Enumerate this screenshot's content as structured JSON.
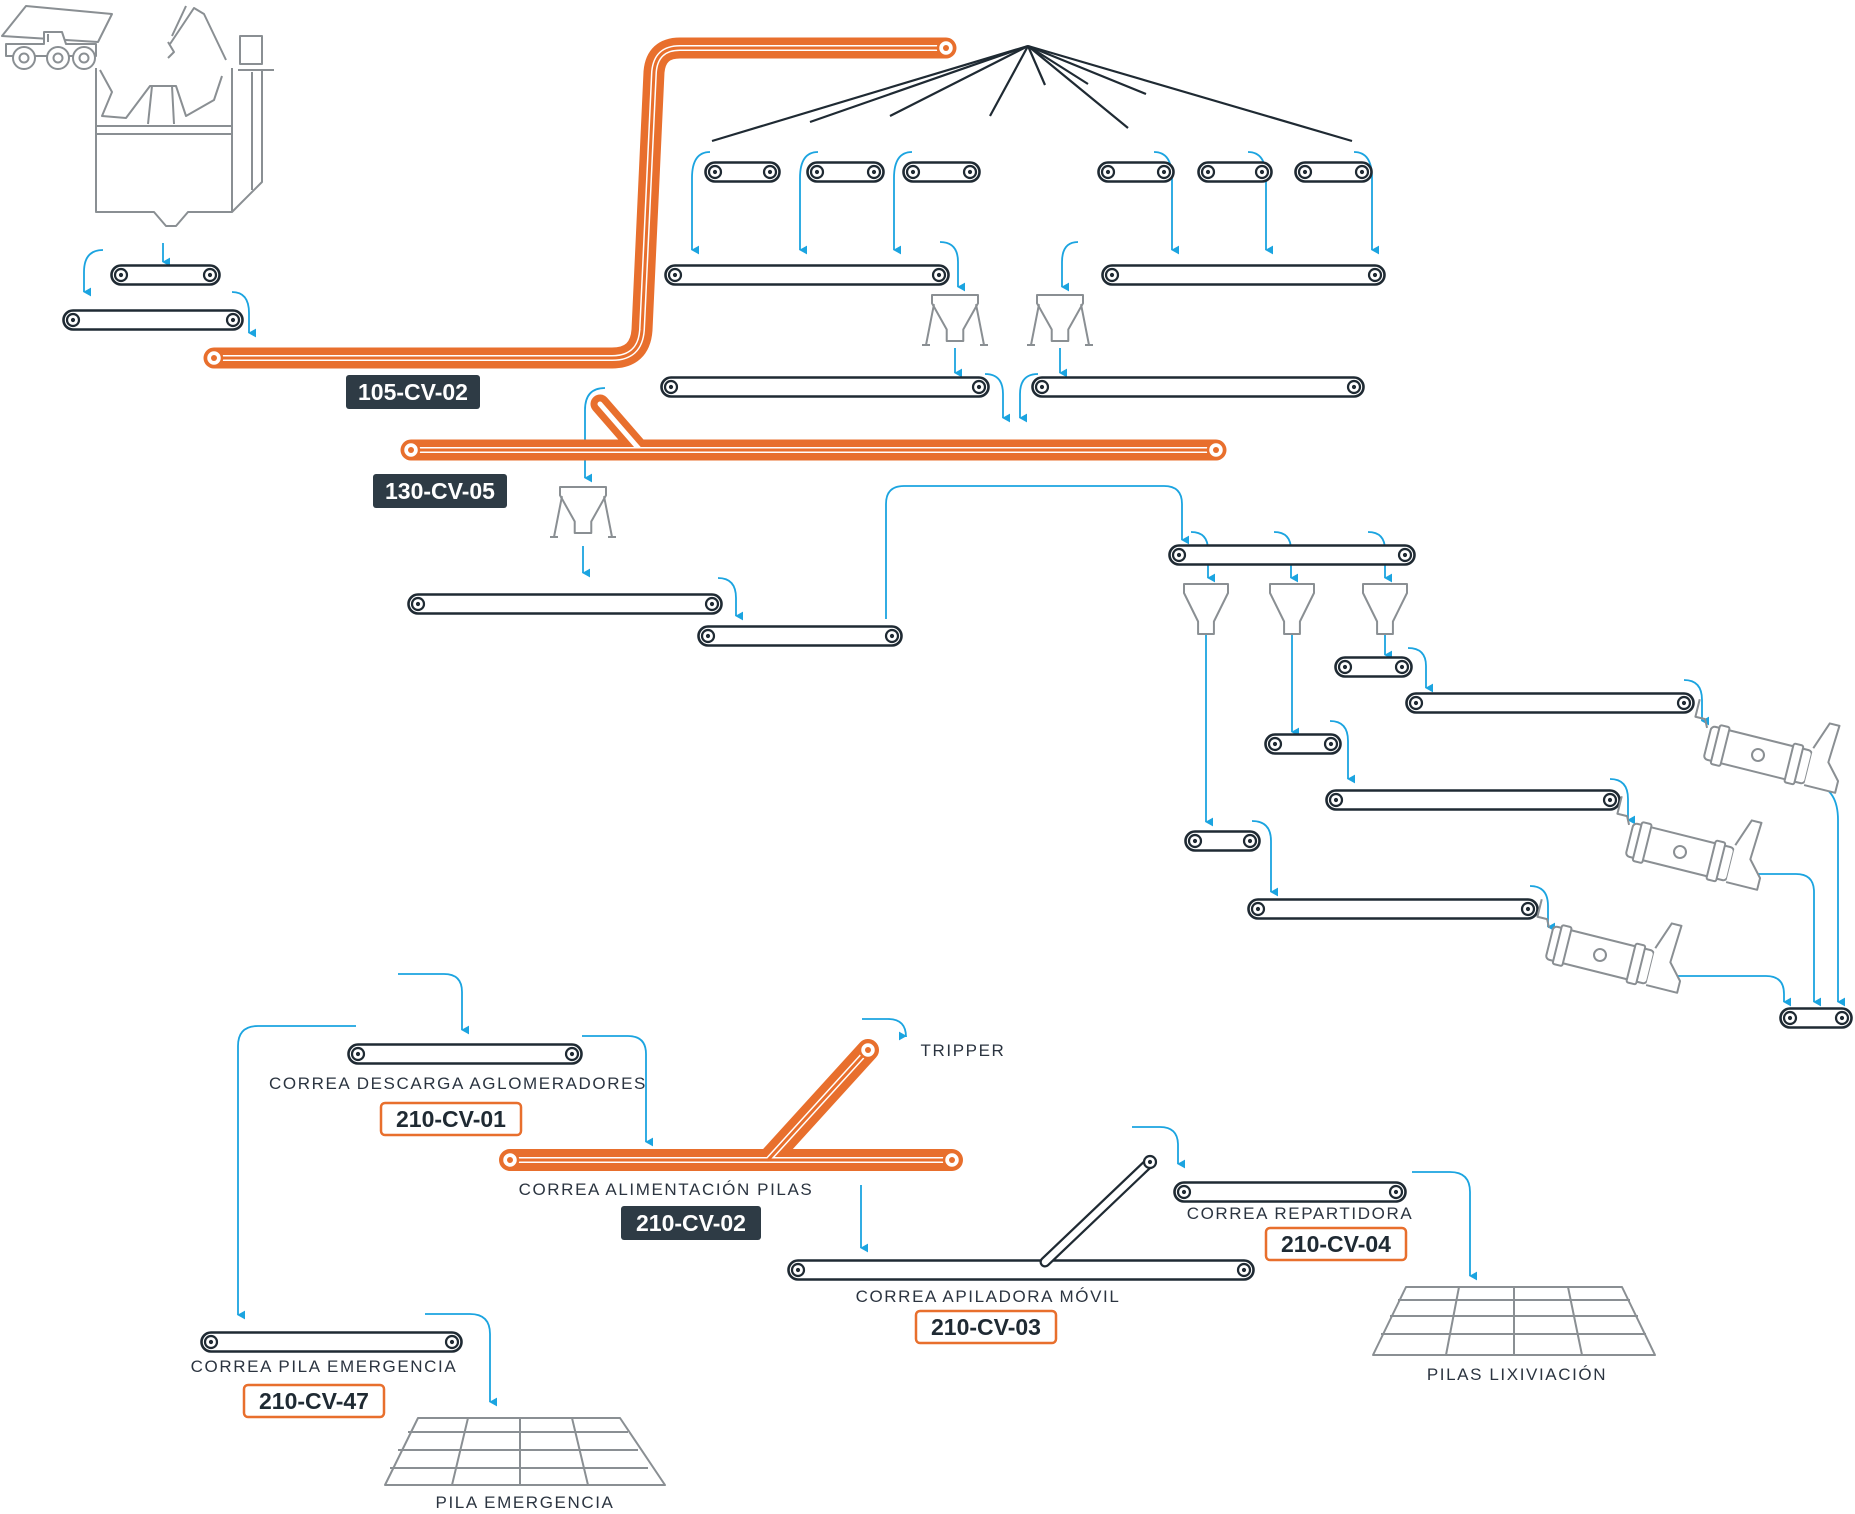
{
  "colors": {
    "accent": "#e86f2d",
    "conveyor": "#1f2a33",
    "flow": "#1ba4e0",
    "equipment": "#8a8f93",
    "tag_dark": "#2e3b45"
  },
  "icons": [
    "haul-truck-icon",
    "crusher-icon",
    "hopper-icon",
    "agglomerator-drum-icon",
    "leach-pad-icon",
    "tripper-icon"
  ],
  "tags": {
    "cv_105_02": "105-CV-02",
    "cv_130_05": "130-CV-05",
    "cv_210_01": "210-CV-01",
    "cv_210_02": "210-CV-02",
    "cv_210_03": "210-CV-03",
    "cv_210_04": "210-CV-04",
    "cv_210_47": "210-CV-47"
  },
  "labels": {
    "descarga_aglomeradores": "CORREA DESCARGA AGLOMERADORES",
    "alimentacion_pilas": "CORREA ALIMENTACIÓN PILAS",
    "apiladora_movil": "CORREA APILADORA MÓVIL",
    "repartidora": "CORREA REPARTIDORA",
    "pila_emergencia_belt": "CORREA PILA EMERGENCIA",
    "tripper": "TRIPPER",
    "pilas_lixiviacion": "PILAS LIXIVIACIÓN",
    "pila_emergencia": "PILA EMERGENCIA"
  }
}
